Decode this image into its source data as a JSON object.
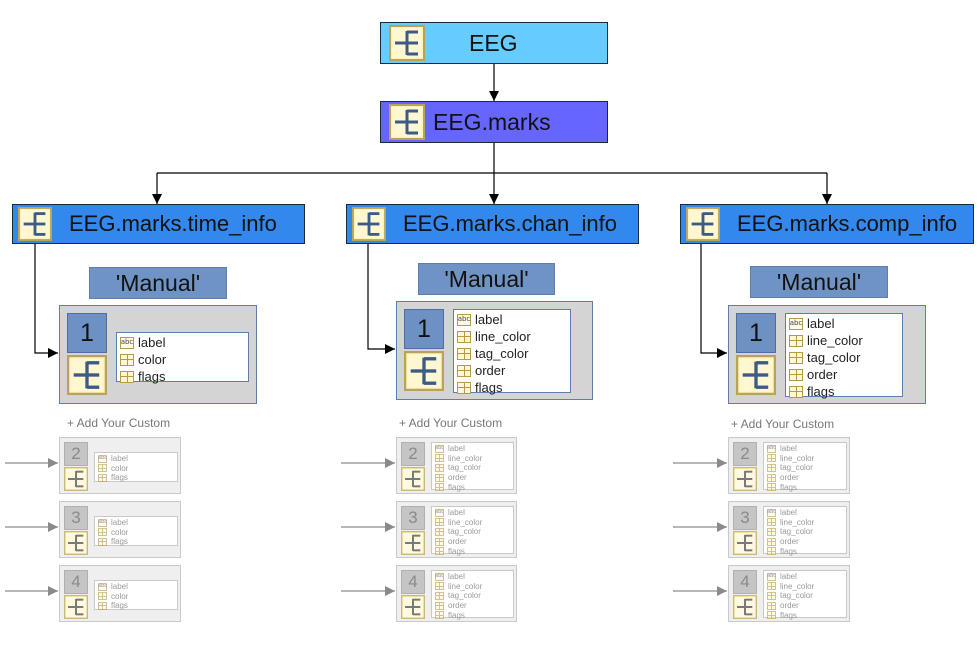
{
  "colors": {
    "root": "#66ccff",
    "marks": "#6666ff",
    "child": "#3388ee",
    "tag": "#6f93c4",
    "line": "#000000",
    "faded_arrow": "#8a8a8a"
  },
  "icons": {
    "struct": "structure-tree-icon",
    "string_field": "abc-text-icon",
    "array_field": "grid-table-icon"
  },
  "tree": {
    "root": {
      "label": "EEG"
    },
    "marks": {
      "label": "EEG.marks"
    },
    "children": [
      {
        "label": "EEG.marks.time_info"
      },
      {
        "label": "EEG.marks.chan_info"
      },
      {
        "label": "EEG.marks.comp_info"
      }
    ]
  },
  "columns": [
    {
      "tag": "'Manual'",
      "add_custom": "+ Add Your Custom",
      "fields": [
        "label",
        "color",
        "flags"
      ],
      "entries": [
        {
          "num": "1",
          "faded": false
        },
        {
          "num": "2",
          "faded": true
        },
        {
          "num": "3",
          "faded": true
        },
        {
          "num": "4",
          "faded": true
        }
      ]
    },
    {
      "tag": "'Manual'",
      "add_custom": "+ Add Your Custom",
      "fields": [
        "label",
        "line_color",
        "tag_color",
        "order",
        "flags"
      ],
      "entries": [
        {
          "num": "1",
          "faded": false
        },
        {
          "num": "2",
          "faded": true
        },
        {
          "num": "3",
          "faded": true
        },
        {
          "num": "4",
          "faded": true
        }
      ]
    },
    {
      "tag": "'Manual'",
      "add_custom": "+ Add Your Custom",
      "fields": [
        "label",
        "line_color",
        "tag_color",
        "order",
        "flags"
      ],
      "entries": [
        {
          "num": "1",
          "faded": false
        },
        {
          "num": "2",
          "faded": true
        },
        {
          "num": "3",
          "faded": true
        },
        {
          "num": "4",
          "faded": true
        }
      ]
    }
  ]
}
